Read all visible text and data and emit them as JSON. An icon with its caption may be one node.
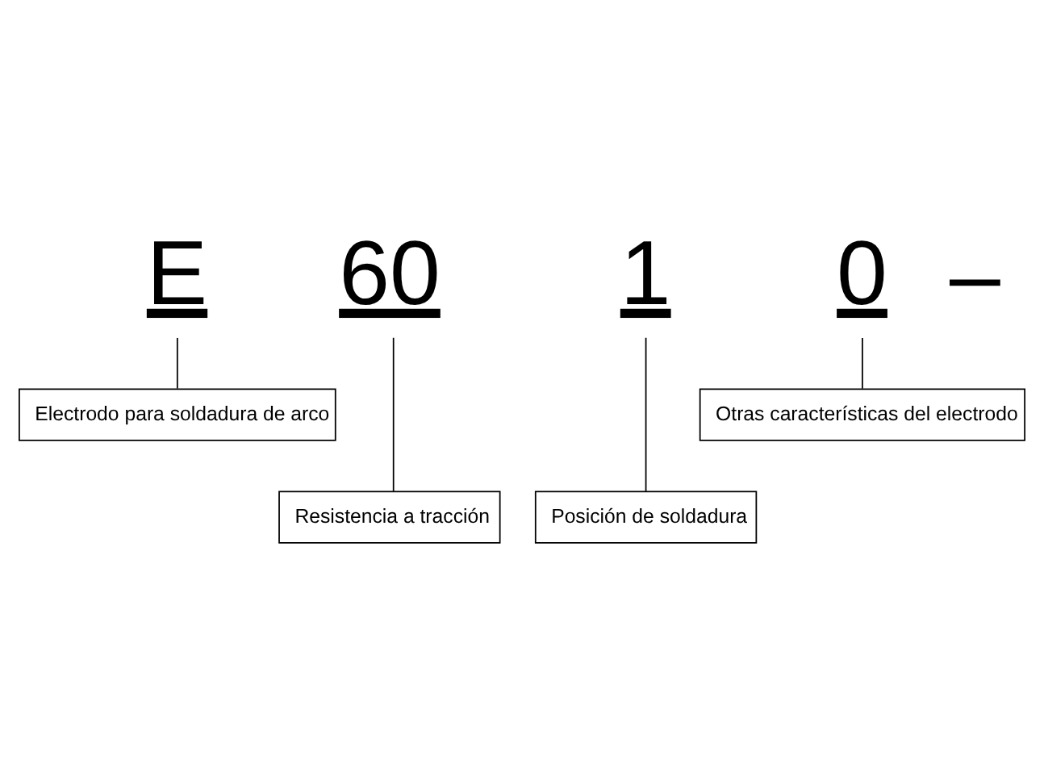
{
  "diagram": {
    "nodes": [
      {
        "text": [
          "E"
        ]
      },
      {
        "text": [
          "60"
        ]
      },
      {
        "text": [
          "1"
        ]
      },
      {
        "text": [
          "0"
        ]
      },
      {
        "text": [
          "Electrodo para soldadura de arco"
        ]
      },
      {
        "text": [
          "Otras características del electrodo"
        ]
      },
      {
        "text": [
          "Resistencia a tracción"
        ]
      },
      {
        "text": [
          "Posición de soldadura"
        ]
      }
    ],
    "edges": [
      {
        "from": 4,
        "to": 0,
        "arrow": "none"
      },
      {
        "from": 6,
        "to": 1,
        "arrow": "none"
      },
      {
        "from": 7,
        "to": 2,
        "arrow": "none"
      },
      {
        "from": 5,
        "to": 3,
        "arrow": "none"
      }
    ],
    "labels": [
      "–"
    ]
  }
}
